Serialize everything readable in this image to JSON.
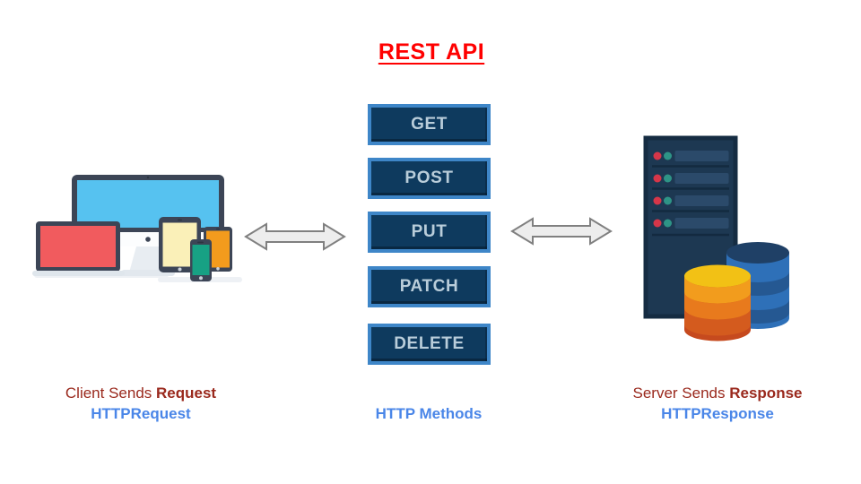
{
  "title": "REST API",
  "methods": {
    "labels": [
      "GET",
      "POST",
      "PUT",
      "PATCH",
      "DELETE"
    ]
  },
  "client_label": {
    "line1_normal": "Client Sends ",
    "line1_bold": "Request",
    "line2": "HTTPRequest"
  },
  "center_label": "HTTP Methods",
  "server_label": {
    "line1_normal": "Server Sends ",
    "line1_bold": "Response",
    "line2": "HTTPResponse"
  },
  "icons": {
    "left": "client-devices-illustration",
    "center_left": "double-arrow-icon",
    "center_right": "double-arrow-icon",
    "right": "server-database-illustration"
  },
  "colors": {
    "title_red": "#ff0000",
    "caption_dark_red": "#9a291d",
    "caption_blue": "#4a86e8",
    "method_box_fill": "#0e3a5e",
    "method_box_border": "#3e86c8",
    "method_box_text": "#b9cdda",
    "arrow_fill": "#ededed",
    "arrow_stroke": "#808080",
    "monitor_screen": "#56c2f0",
    "laptop_screen": "#f15b5e",
    "tablet_screen": "#faf0b8",
    "phone_screen": "#17a184",
    "mini_tablet_screen": "#f39b1d",
    "device_frame": "#3c4556",
    "server_tower": "#1d3852",
    "db_blue": "#2e70b8",
    "db_orange_top": "#f2c115"
  }
}
